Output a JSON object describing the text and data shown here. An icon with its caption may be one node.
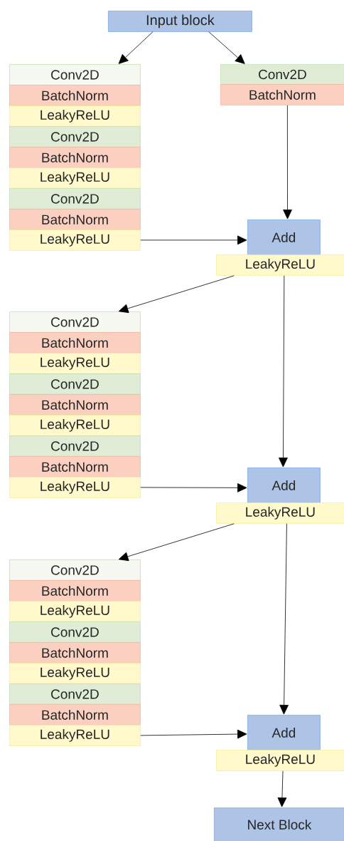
{
  "diagram": {
    "nodes": [
      {
        "text": [
          "Input block"
        ]
      },
      {
        "text": [
          "Conv2D"
        ]
      },
      {
        "text": [
          "BatchNorm"
        ]
      },
      {
        "text": [
          "LeakyReLU"
        ]
      },
      {
        "text": [
          "Conv2D"
        ]
      },
      {
        "text": [
          "BatchNorm"
        ]
      },
      {
        "text": [
          "LeakyReLU"
        ]
      },
      {
        "text": [
          "Conv2D"
        ]
      },
      {
        "text": [
          "BatchNorm"
        ]
      },
      {
        "text": [
          "LeakyReLU"
        ]
      },
      {
        "text": [
          "Conv2D"
        ]
      },
      {
        "text": [
          "BatchNorm"
        ]
      },
      {
        "text": [
          "Add"
        ]
      },
      {
        "text": [
          "LeakyReLU"
        ]
      },
      {
        "text": [
          "Conv2D"
        ]
      },
      {
        "text": [
          "BatchNorm"
        ]
      },
      {
        "text": [
          "LeakyReLU"
        ]
      },
      {
        "text": [
          "Conv2D"
        ]
      },
      {
        "text": [
          "BatchNorm"
        ]
      },
      {
        "text": [
          "LeakyReLU"
        ]
      },
      {
        "text": [
          "Conv2D"
        ]
      },
      {
        "text": [
          "BatchNorm"
        ]
      },
      {
        "text": [
          "LeakyReLU"
        ]
      },
      {
        "text": [
          "Add"
        ]
      },
      {
        "text": [
          "LeakyReLU"
        ]
      },
      {
        "text": [
          "Conv2D"
        ]
      },
      {
        "text": [
          "BatchNorm"
        ]
      },
      {
        "text": [
          "LeakyReLU"
        ]
      },
      {
        "text": [
          "Conv2D"
        ]
      },
      {
        "text": [
          "BatchNorm"
        ]
      },
      {
        "text": [
          "LeakyReLU"
        ]
      },
      {
        "text": [
          "Conv2D"
        ]
      },
      {
        "text": [
          "BatchNorm"
        ]
      },
      {
        "text": [
          "LeakyReLU"
        ]
      },
      {
        "text": [
          "Add"
        ]
      },
      {
        "text": [
          "LeakyReLU"
        ]
      },
      {
        "text": [
          "Next Block"
        ]
      }
    ],
    "edges": [
      {
        "from": 0,
        "to": 1,
        "arrow": "to"
      },
      {
        "from": 0,
        "to": 10,
        "arrow": "to"
      },
      {
        "from": 11,
        "to": 12,
        "arrow": "to"
      },
      {
        "from": 9,
        "to": 12,
        "arrow": "to"
      },
      {
        "from": 13,
        "to": 14,
        "arrow": "to"
      },
      {
        "from": 13,
        "to": 23,
        "arrow": "to"
      },
      {
        "from": 22,
        "to": 23,
        "arrow": "to"
      },
      {
        "from": 24,
        "to": 25,
        "arrow": "to"
      },
      {
        "from": 24,
        "to": 34,
        "arrow": "to"
      },
      {
        "from": 33,
        "to": 34,
        "arrow": "to"
      },
      {
        "from": 35,
        "to": 36,
        "arrow": "to"
      }
    ]
  }
}
